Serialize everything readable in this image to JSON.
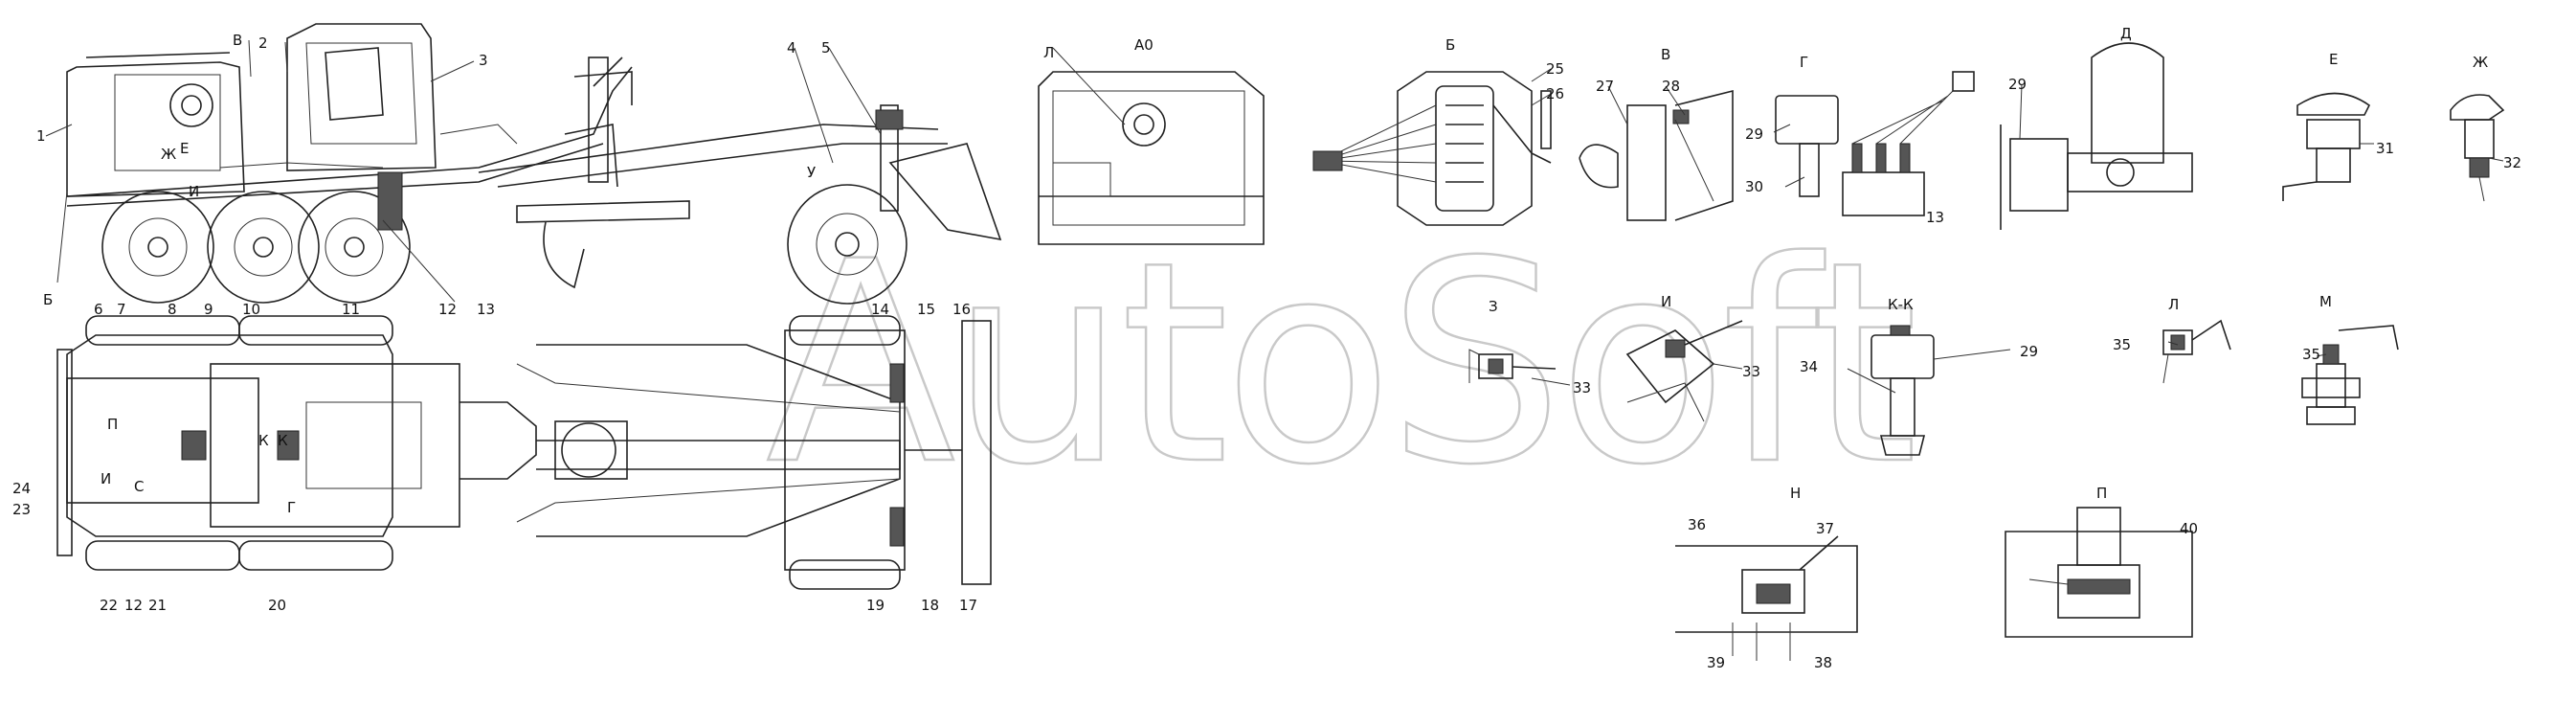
{
  "watermark": "AutoSoft",
  "part_numbers": [
    "1",
    "2",
    "3",
    "4",
    "5",
    "6",
    "7",
    "8",
    "9",
    "10",
    "11",
    "12",
    "13",
    "14",
    "15",
    "16",
    "17",
    "18",
    "19",
    "20",
    "21",
    "22",
    "12",
    "23",
    "24",
    "25",
    "26",
    "27",
    "28",
    "29",
    "30",
    "13",
    "29",
    "31",
    "32",
    "33",
    "33",
    "29",
    "34",
    "35",
    "35",
    "36",
    "37",
    "38",
    "39",
    "40"
  ],
  "view_labels": [
    "В",
    "Ж",
    "Е",
    "И",
    "У",
    "Б",
    "Л",
    "А0",
    "Б",
    "В",
    "Г",
    "Д",
    "Е",
    "Ж",
    "З",
    "И",
    "К-К",
    "Л",
    "М",
    "Н",
    "П",
    "П",
    "К",
    "К",
    "И",
    "С",
    "Г"
  ]
}
